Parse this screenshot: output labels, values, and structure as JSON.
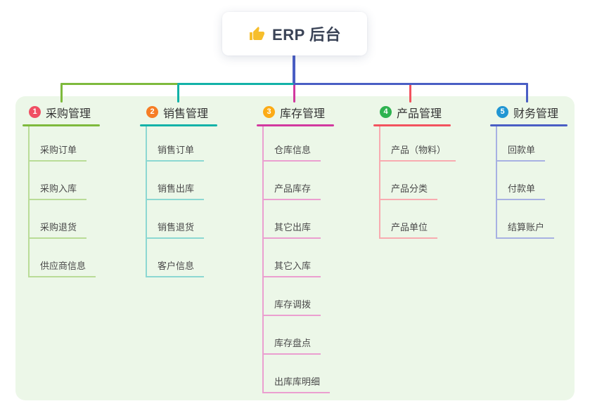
{
  "root": {
    "title": "ERP 后台",
    "icon": "thumbs-up-icon",
    "icon_color": "#f6be2c"
  },
  "canvas": {
    "background": "#ffffff",
    "panel_background": "#ecf7e8",
    "trunk_color": "#4a5ec4"
  },
  "branches": [
    {
      "index": "1",
      "title": "采购管理",
      "color": "#7eba3d",
      "light_color": "#b9dc97",
      "badge_color": "#f04f63",
      "children": [
        "采购订单",
        "采购入库",
        "采购退货",
        "供应商信息"
      ]
    },
    {
      "index": "2",
      "title": "销售管理",
      "color": "#13b2a8",
      "light_color": "#8cd8d2",
      "badge_color": "#f67d25",
      "children": [
        "销售订单",
        "销售出库",
        "销售退货",
        "客户信息"
      ]
    },
    {
      "index": "3",
      "title": "库存管理",
      "color": "#d1399f",
      "light_color": "#eb9fd0",
      "badge_color": "#fcab16",
      "children": [
        "仓库信息",
        "产品库存",
        "其它出库",
        "其它入库",
        "库存调拨",
        "库存盘点",
        "出库库明细"
      ]
    },
    {
      "index": "4",
      "title": "产品管理",
      "color": "#f2535f",
      "light_color": "#f8abb0",
      "badge_color": "#2eb350",
      "children": [
        "产品（物料）",
        "产品分类",
        "产品单位"
      ]
    },
    {
      "index": "5",
      "title": "财务管理",
      "color": "#4a5ec4",
      "light_color": "#a7b1e2",
      "badge_color": "#2196d3",
      "children": [
        "回款单",
        "付款单",
        "结算账户"
      ]
    }
  ]
}
